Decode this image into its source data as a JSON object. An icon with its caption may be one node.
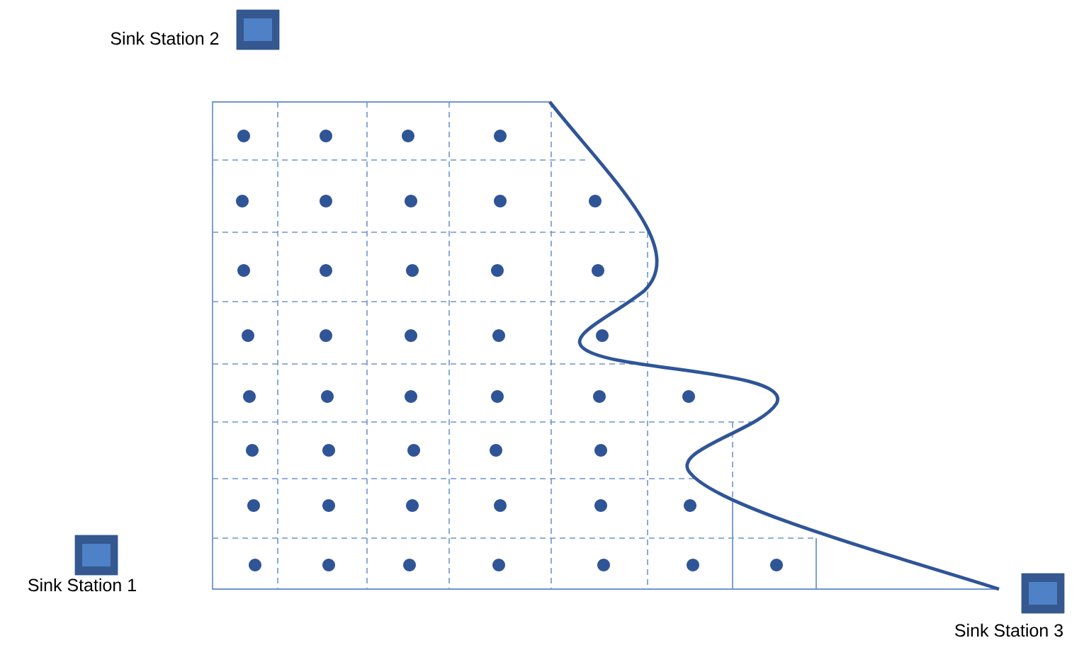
{
  "diagram": {
    "nodes": [
      {
        "text": [
          "Sink Station 2"
        ]
      },
      {
        "text": [
          "Sink Station 1"
        ]
      },
      {
        "text": [
          "Sink Station 3"
        ]
      }
    ]
  }
}
